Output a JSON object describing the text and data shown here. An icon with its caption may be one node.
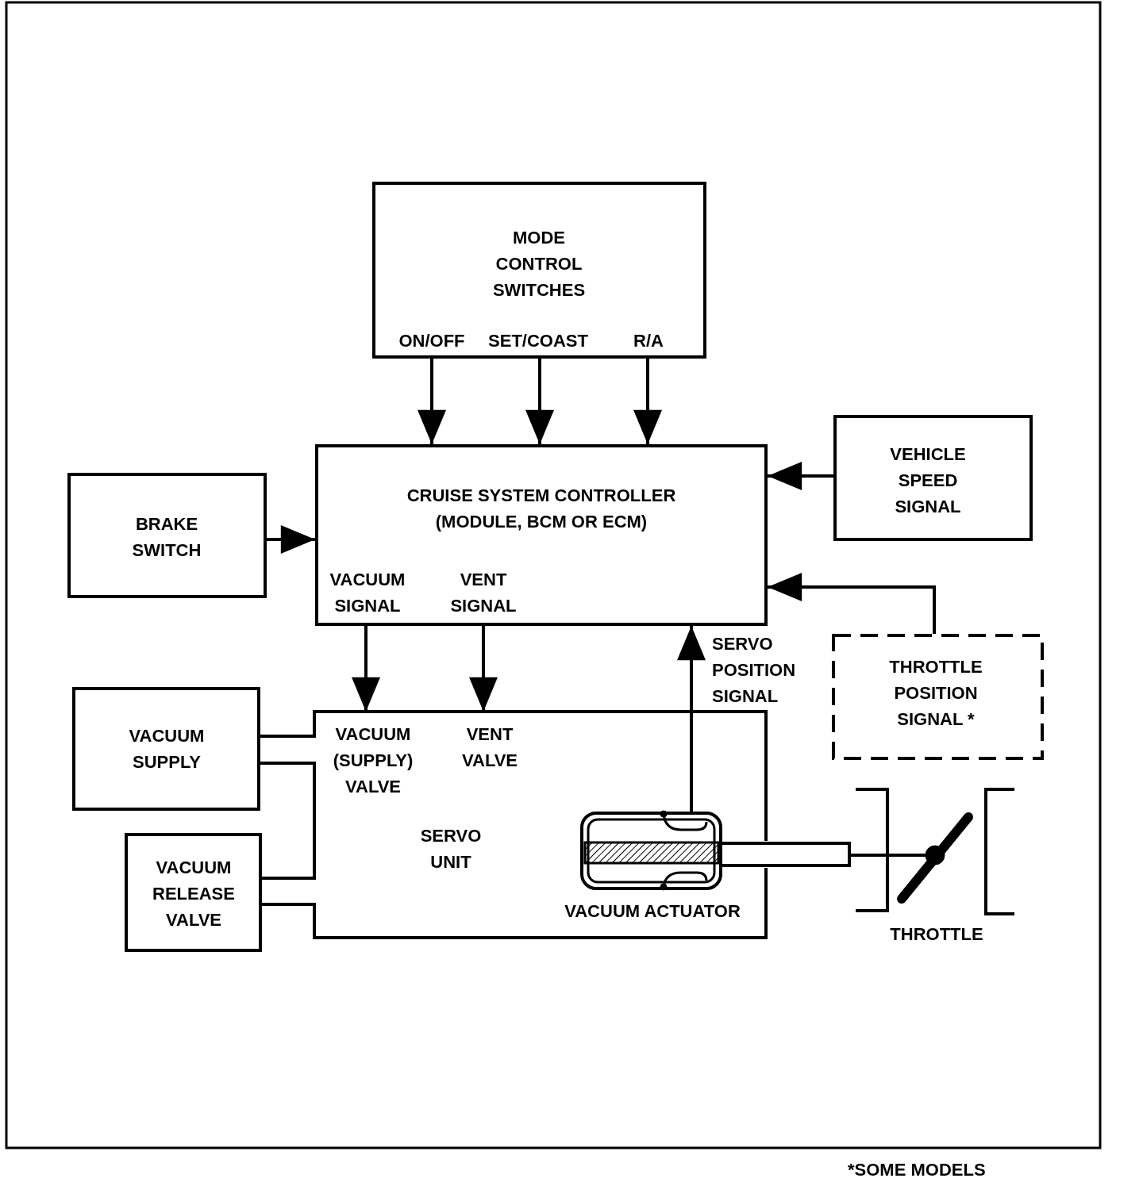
{
  "diagram": {
    "nodes": [
      {
        "text": [
          "MODE CONTROL SWITCHES",
          "ON/OFF",
          "SET/COAST",
          "R/A"
        ]
      },
      {
        "text": [
          "CRUISE SYSTEM CONTROLLER (MODULE, BCM OR ECM)",
          "VACUUM SIGNAL",
          "VENT SIGNAL"
        ]
      },
      {
        "text": [
          "BRAKE SWITCH"
        ]
      },
      {
        "text": [
          "VEHICLE SPEED SIGNAL"
        ]
      },
      {
        "text": [
          "THROTTLE POSITION SIGNAL *"
        ]
      },
      {
        "text": [
          "VACUUM (SUPPLY) VALVE",
          "VENT VALVE",
          "SERVO UNIT"
        ]
      },
      {
        "text": [
          "VACUUM SUPPLY"
        ]
      },
      {
        "text": [
          "VACUUM RELEASE VALVE"
        ]
      },
      {
        "text": [
          "VACUUM ACTUATOR"
        ],
        "in": 5
      },
      {
        "text": [
          "THROTTLE"
        ]
      }
    ],
    "edges": [
      {
        "from": 0,
        "to": 1,
        "arrow": "to"
      },
      {
        "from": 0,
        "to": 1,
        "arrow": "to"
      },
      {
        "from": 0,
        "to": 1,
        "arrow": "to"
      },
      {
        "from": 2,
        "to": 1,
        "arrow": "to"
      },
      {
        "from": 3,
        "to": 1,
        "arrow": "to"
      },
      {
        "from": 4,
        "to": 1,
        "arrow": "to"
      },
      {
        "from": 1,
        "to": 5,
        "arrow": "to"
      },
      {
        "from": 1,
        "to": 5,
        "arrow": "to"
      },
      {
        "from": 8,
        "to": 1,
        "arrow": "to",
        "label": "SERVO POSITION SIGNAL"
      },
      {
        "from": 6,
        "to": 5,
        "arrow": "none"
      },
      {
        "from": 7,
        "to": 5,
        "arrow": "none"
      },
      {
        "from": 8,
        "to": 9,
        "arrow": "none"
      }
    ],
    "labels": [
      "*SOME MODELS"
    ]
  }
}
